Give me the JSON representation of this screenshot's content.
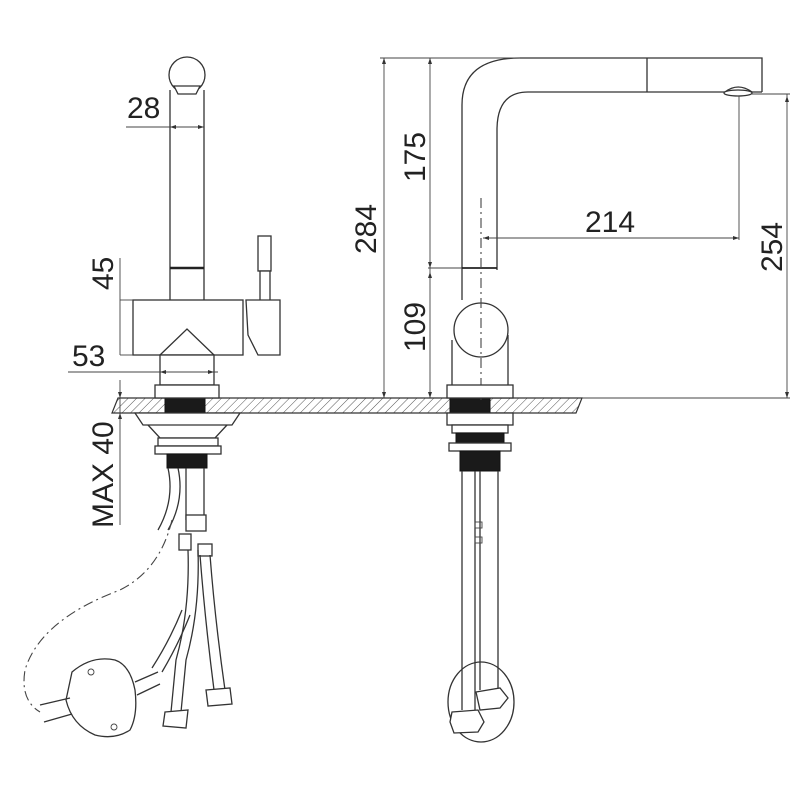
{
  "drawing": {
    "title": "Kitchen mixer tap technical dimension drawing",
    "units": "mm",
    "views": [
      {
        "name": "front-view",
        "description": "Front elevation with lever handle and undersink filter/valve"
      },
      {
        "name": "side-view",
        "description": "Side elevation with L-shaped spout and flexible hoses"
      }
    ],
    "dimensions": {
      "spout_diameter": "28",
      "body_height": "45",
      "base_width": "53",
      "max_counter_thickness": "MAX 40",
      "total_height": "284",
      "upper_spout_height": "175",
      "lower_body_height": "109",
      "spout_reach": "214",
      "outlet_height": "254"
    },
    "colors": {
      "line": "#333333",
      "background": "#ffffff",
      "fill_dark": "#1a1a1a"
    }
  }
}
